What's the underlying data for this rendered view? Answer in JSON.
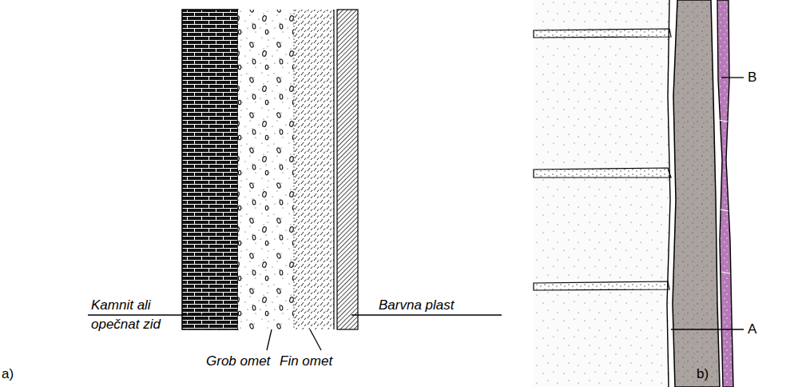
{
  "diagram": {
    "labels": [
      "Kamnit ali opečnat zid",
      "Barvna plast",
      "Grob omet",
      "Fin omet",
      "a)",
      "B",
      "A",
      "b)"
    ]
  }
}
